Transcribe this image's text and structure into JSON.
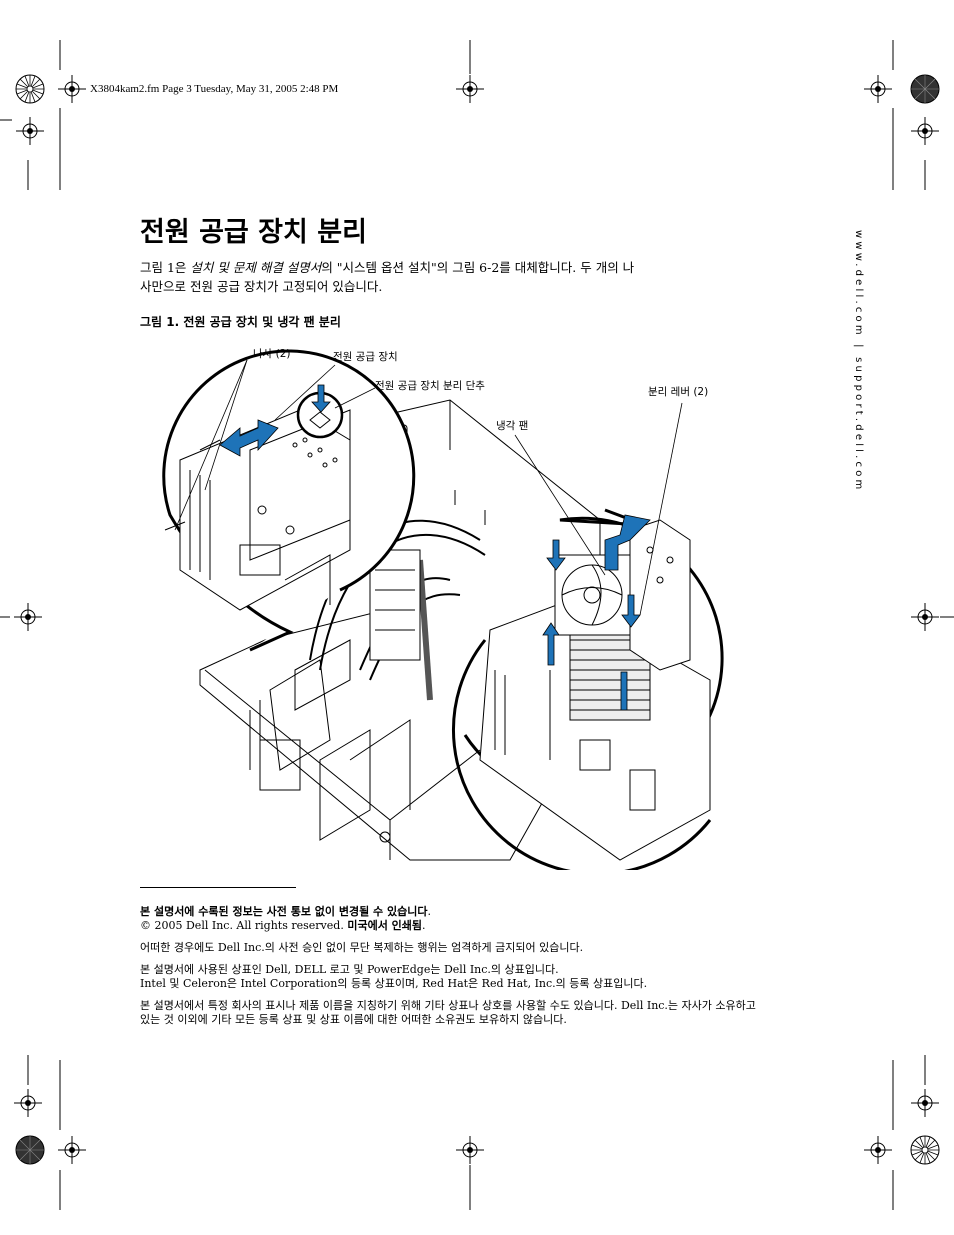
{
  "header": {
    "text": "X3804kam2.fm  Page 3  Tuesday, May 31, 2005  2:48 PM"
  },
  "sidebar": {
    "url": "www.dell.com | support.dell.com"
  },
  "section": {
    "title": "전원 공급 장치 분리"
  },
  "intro": {
    "prefix": "그림 1은 ",
    "doc_title": "설치 및 문제 해결 설명서",
    "rest_line1": "의 \"시스템 옵션 설치\"의 그림 6-2를 대체합니다. 두 개의 나",
    "line2": "사만으로 전원 공급 장치가 고정되어 있습니다."
  },
  "figure": {
    "caption": "그림 1.    전원 공급 장치 및 냉각 팬 분리",
    "callouts": {
      "screws": "나사 (2)",
      "psu": "전원 공급 장치",
      "release_button": "전원 공급 장치 분리 단추",
      "release_lever": "분리 레버 (2)",
      "cooling_fan": "냉각 팬"
    }
  },
  "notes": {
    "notice_bold": "본 설명서에 수록된 정보는 사전 통보 없이 변경될 수 있습니다",
    "notice_end": ".",
    "copyright_prefix": "© 2005 Dell Inc. All rights reserved. ",
    "copyright_bold": "미국에서 인쇄됨",
    "copyright_end": ".",
    "p2": "어떠한 경우에도 Dell Inc.의 사전 승인 없이 무단 복제하는 행위는 엄격하게 금지되어 있습니다.",
    "p3_line1": "본 설명서에 사용된 상표인 Dell, DELL 로고 및 PowerEdge는 Dell Inc.의 상표입니다.",
    "p3_line2": "Intel 및 Celeron은 Intel Corporation의 등록 상표이며, Red Hat은 Red Hat, Inc.의 등록 상표입니다.",
    "p4": "본 설명서에서 특정 회사의 표시나 제품 이름을 지칭하기 위해 기타 상표나 상호를 사용할 수도 있습니다. Dell Inc.는 자사가 소유하고 있는 것 이외에 기타 모든 등록 상표 및 상표 이름에 대한 어떠한 소유권도 보유하지 않습니다."
  },
  "colors": {
    "arrow_blue": "#1e73b8",
    "ink": "#000000"
  }
}
